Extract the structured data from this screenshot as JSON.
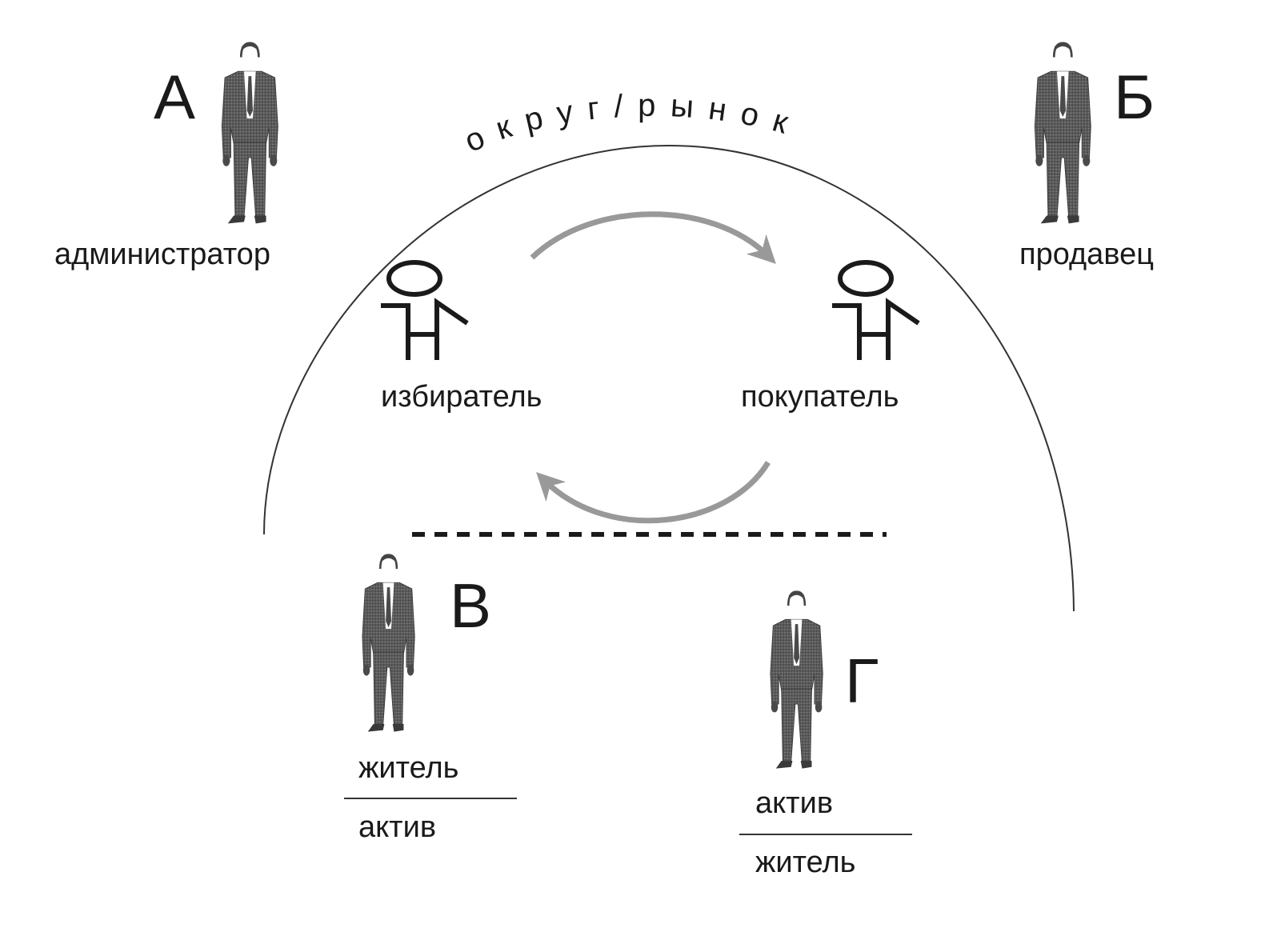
{
  "arc_label": "округ/рынок",
  "persons": {
    "a": {
      "letter": "А",
      "role": "администратор"
    },
    "b": {
      "letter": "Б",
      "role": "продавец"
    },
    "v": {
      "letter": "В",
      "numerator": "житель",
      "denominator": "актив"
    },
    "g": {
      "letter": "Г",
      "numerator": "актив",
      "denominator": "житель"
    }
  },
  "center": {
    "left_role": "избиратель",
    "right_role": "покупатель"
  },
  "colors": {
    "ink": "#1a1a1a",
    "suit": "#555555",
    "arrow": "#999999",
    "line": "#333333"
  },
  "icons": {
    "suit_person": "person-in-suit-icon",
    "stick_figure": "stick-figure-icon"
  }
}
